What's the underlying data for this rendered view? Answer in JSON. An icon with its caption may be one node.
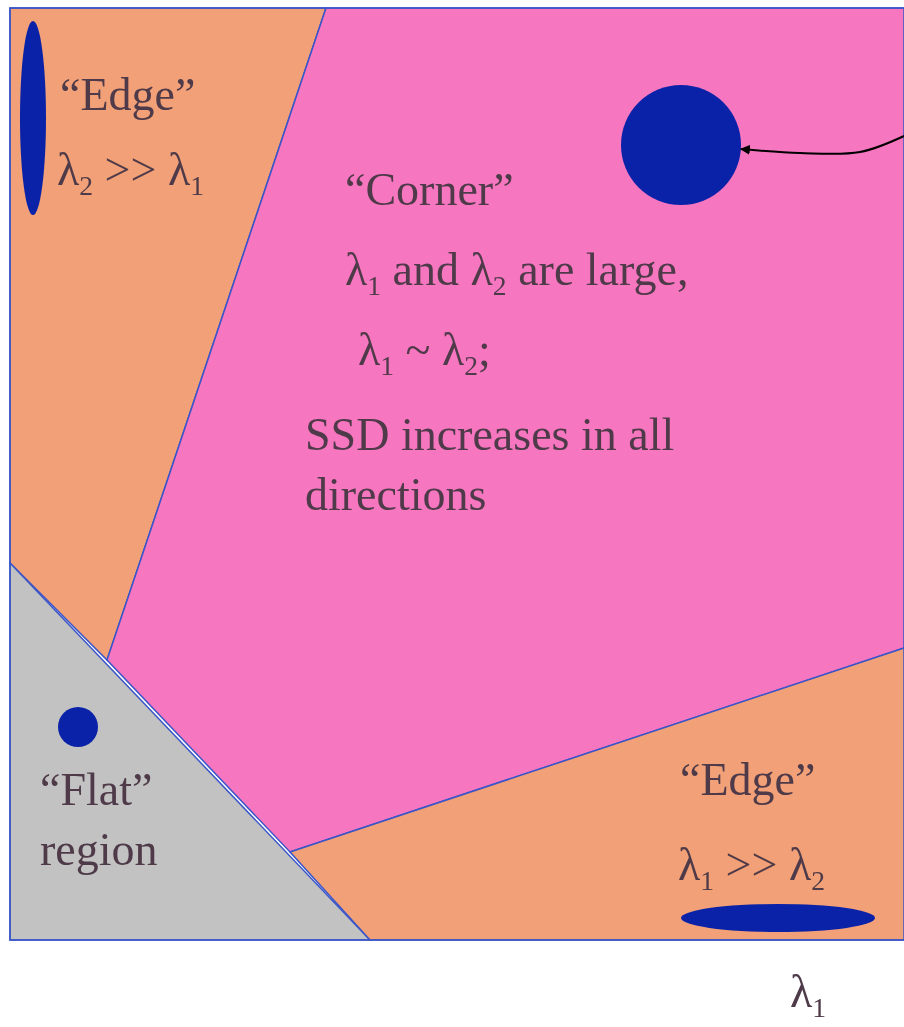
{
  "diagram": {
    "nodes": [
      {
        "text": [
          "“Edge”",
          "λ$_{2}$ >> λ$_{1}$"
        ]
      },
      {
        "text": [],
        "shape": "ellipse",
        "in": 0
      },
      {
        "text": [
          "“Corner”",
          "λ$_{1}$ and λ$_{2}$ are large,",
          "λ$_{1}$ ~ λ$_{2}$;",
          "SSD increases in all directions"
        ]
      },
      {
        "text": [],
        "shape": "circle",
        "in": 2
      },
      {
        "text": [
          "“Flat” region"
        ]
      },
      {
        "text": [],
        "shape": "circle",
        "in": 4
      },
      {
        "text": [
          "“Edge”",
          "λ$_{1}$ >> λ$_{2}$"
        ]
      },
      {
        "text": [],
        "shape": "ellipse",
        "in": 6
      }
    ],
    "edges": [
      {
        "from": null,
        "to": 3,
        "arrow": "to"
      }
    ],
    "labels": [
      "λ$_{1}$"
    ]
  }
}
